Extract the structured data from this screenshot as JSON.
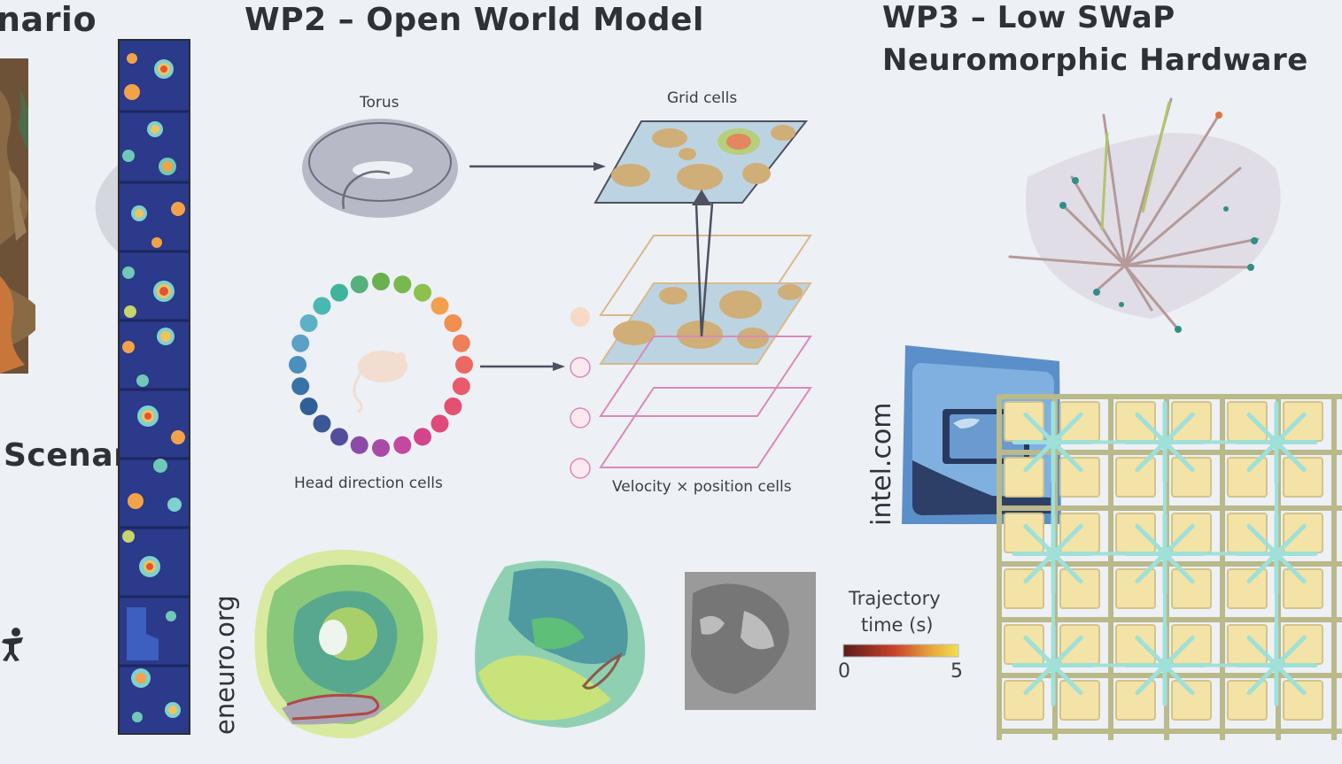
{
  "wp1": {
    "title_fragment": "nario",
    "subtitle_fragment": "Scenari",
    "credit": "eneuro.org"
  },
  "wp2": {
    "title": "WP2 – Open World Model",
    "torus_label": "Torus",
    "grid_label": "Grid cells",
    "head_direction_label": "Head direction cells",
    "velocity_label": "Velocity × position cells",
    "colorbar": {
      "title_line1": "Trajectory",
      "title_line2": "time (s)",
      "min": "0",
      "max": "5"
    }
  },
  "wp3": {
    "title_line1": "WP3 – Low SWaP",
    "title_line2": "Neuromorphic Hardware",
    "credit": "intel.com"
  },
  "colors": {
    "background": "#edf0f5",
    "grid_tan": "#cfae78",
    "grid_blue": "#b9d3e4",
    "layer_pink": "#d98ab8",
    "layer_tan": "#d9b98a",
    "chip_blue": "#5b8fc9",
    "mesh_yellow": "#f3e3a6",
    "mesh_cyan": "#9fe0d8"
  },
  "hd_ring": {
    "colors": [
      "#69b04f",
      "#78b84e",
      "#8cc24c",
      "#f2a04d",
      "#f08f4e",
      "#ef7f58",
      "#ea6a62",
      "#e85a6c",
      "#e4506f",
      "#df4a7b",
      "#d4448c",
      "#c447a0",
      "#a84aa8",
      "#8a4ca8",
      "#534e9a",
      "#3b5796",
      "#2f5f97",
      "#3873a8",
      "#4a8fbe",
      "#5aa0c7",
      "#5cb2c4",
      "#48b8b0",
      "#3fb49d",
      "#55b07c"
    ]
  }
}
